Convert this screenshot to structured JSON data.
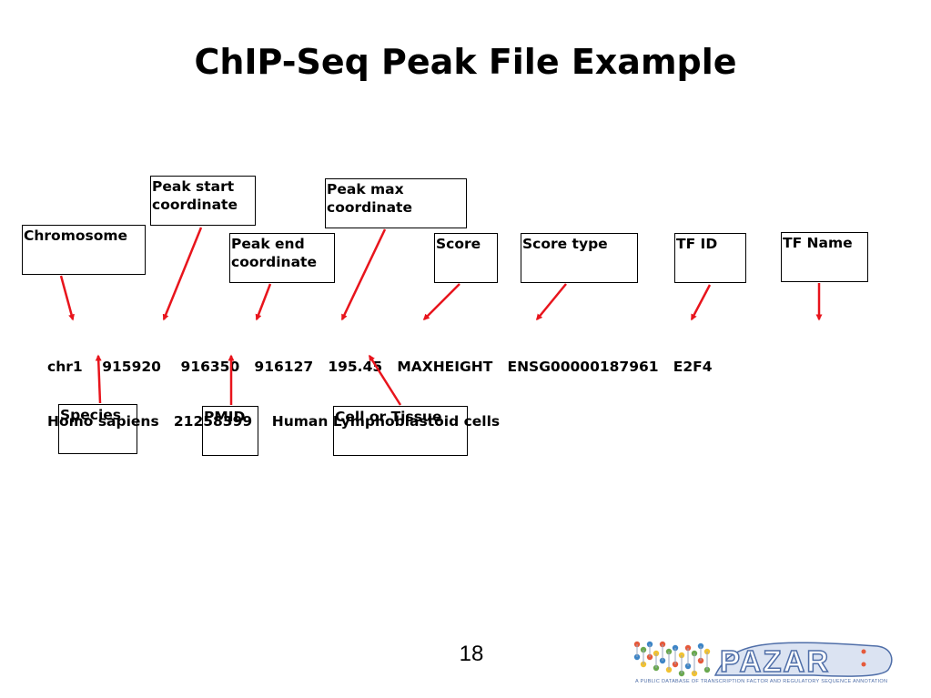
{
  "title": "ChIP-Seq Peak File Example",
  "labels": {
    "chromosome": [
      "Chromosome"
    ],
    "peak_start": [
      "Peak start",
      "coordinate"
    ],
    "peak_end": [
      "Peak end",
      "coordinate"
    ],
    "peak_max": [
      "Peak max",
      "coordinate"
    ],
    "score": [
      "Score"
    ],
    "score_type": [
      "Score type"
    ],
    "tf_id": [
      "TF ID"
    ],
    "tf_name": [
      "TF Name"
    ],
    "species": [
      "Species"
    ],
    "pmid": [
      "PMID"
    ],
    "cell_tissue": [
      "Cell or Tissue"
    ]
  },
  "record": {
    "line1": "chr1    915920    916350   916127   195.45   MAXHEIGHT   ENSG00000187961   E2F4",
    "line2": "Homo sapiens   21258399    Human Lymphoblastoid cells"
  },
  "page_number": "18",
  "logo": {
    "name": "PAZAR",
    "tagline": "A PUBLIC DATABASE OF TRANSCRIPTION FACTOR AND REGULATORY SEQUENCE ANNOTATION"
  },
  "colors": {
    "arrow": "#e8141c",
    "logo_blue": "#4f6ea8"
  }
}
